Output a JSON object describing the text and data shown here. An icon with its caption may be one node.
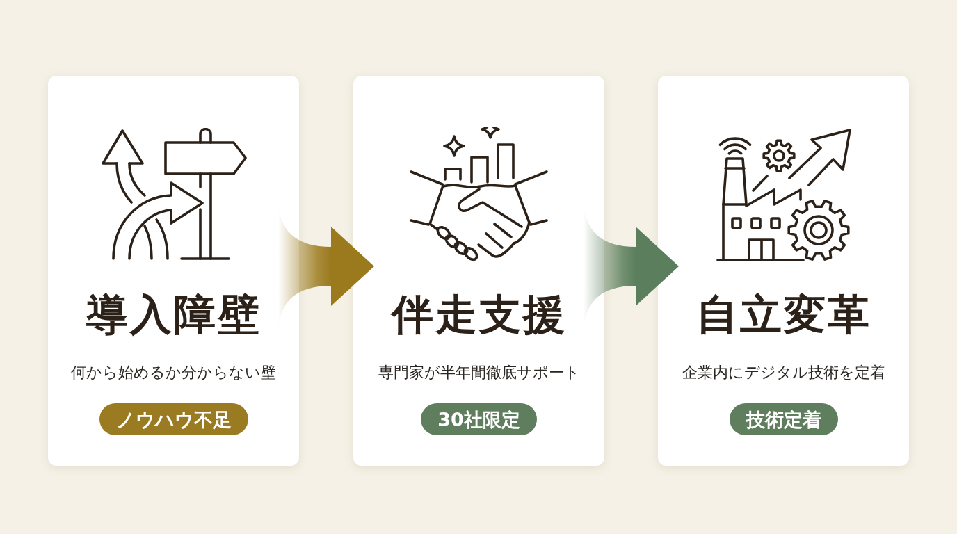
{
  "diagram": {
    "nodes": [
      {
        "text": [
          "導入障壁",
          "何から始めるか分からない壁"
        ]
      },
      {
        "text": [
          "ノウハウ不足"
        ],
        "in": 0
      },
      {
        "text": [
          "伴走支援",
          "専門家が半年間徹底サポート"
        ]
      },
      {
        "text": [
          "30社限定"
        ],
        "in": 2
      },
      {
        "text": [
          "自立変革",
          "企業内にデジタル技術を定着"
        ]
      },
      {
        "text": [
          "技術定着"
        ],
        "in": 4
      }
    ],
    "edges": [
      {
        "from": 0,
        "to": 2,
        "arrow": "to",
        "color": "#9b7a1e"
      },
      {
        "from": 2,
        "to": 4,
        "arrow": "to",
        "color": "#5b7f5c"
      }
    ]
  }
}
